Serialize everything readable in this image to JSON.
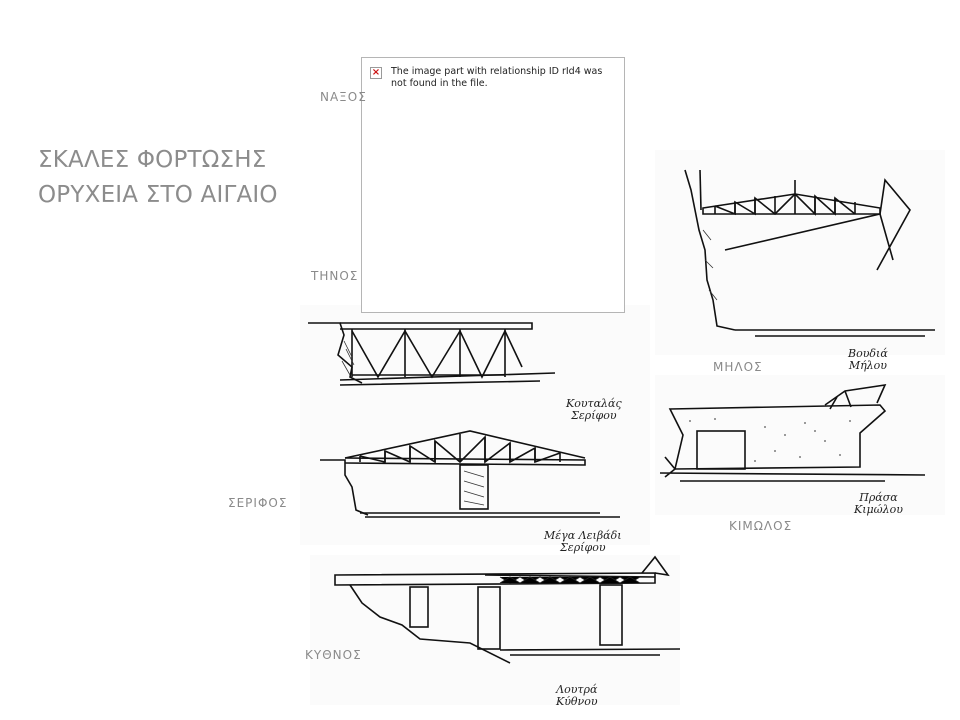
{
  "title": {
    "line1": "ΣΚΑΛΕΣ ΦΟΡΤΩΣΗΣ",
    "line2": "ΟΡΥΧΕΙΑ ΣΤΟ ΑΙΓΑΙΟ"
  },
  "islands": {
    "naxos": "ΝΑΞΟΣ",
    "tinos": "ΤΗΝΟΣ",
    "milos": "ΜΗΛΟΣ",
    "serifos": "ΣΕΡΙΦΟΣ",
    "kimolos": "ΚΙΜΩΛΟΣ",
    "kythnos": "ΚΥΘΝΟΣ"
  },
  "broken_image": {
    "icon": "broken-image-icon",
    "message": "The image part with relationship ID rId4 was not found in the file."
  },
  "sketch_captions": {
    "koutalas": [
      "Κουταλάς",
      "Σερίφου"
    ],
    "mega_livadi": [
      "Μέγα Λειβάδι",
      "Σερίφου"
    ],
    "milos": [
      "Βουδιά",
      "Μήλου"
    ],
    "kimolos": [
      "Πράσα",
      "Κιμώλου"
    ],
    "kythnos": [
      "Λουτρά",
      "Κύθνου"
    ]
  }
}
